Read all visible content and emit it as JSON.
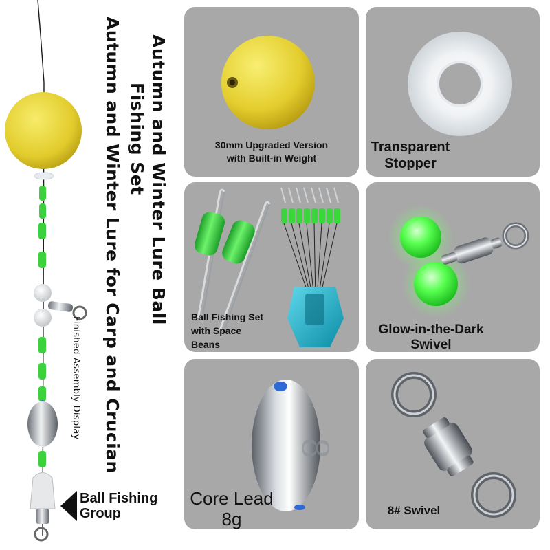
{
  "title": {
    "line1": "Autumn and Winter Lure Ball",
    "line2": "Fishing Set",
    "line3": "Autumn and Winter Lure for Carp and Crucian"
  },
  "assembly": {
    "caption": "Finished Assembly Display"
  },
  "group_label": {
    "line1": "Ball Fishing",
    "line2": "Group"
  },
  "cards": {
    "ball": {
      "line1": "30mm Upgraded Version",
      "line2": "with Built-in Weight"
    },
    "stopper": {
      "line1": "Transparent",
      "line2": "Stopper"
    },
    "beans": {
      "line1": "Ball Fishing Set",
      "line2": "with Space",
      "line3": "Beans"
    },
    "glow": {
      "line1": "Glow-in-the-Dark",
      "line2": "Swivel"
    },
    "lead": {
      "line1": "Core Lead",
      "line2": "8g"
    },
    "swivel": {
      "line1": "8# Swivel"
    }
  },
  "colors": {
    "card_bg": "#a8a8a8",
    "ball_yellow": "#e8d23a",
    "bead_green": "#39d13c",
    "glow_green": "#4cff4c"
  }
}
